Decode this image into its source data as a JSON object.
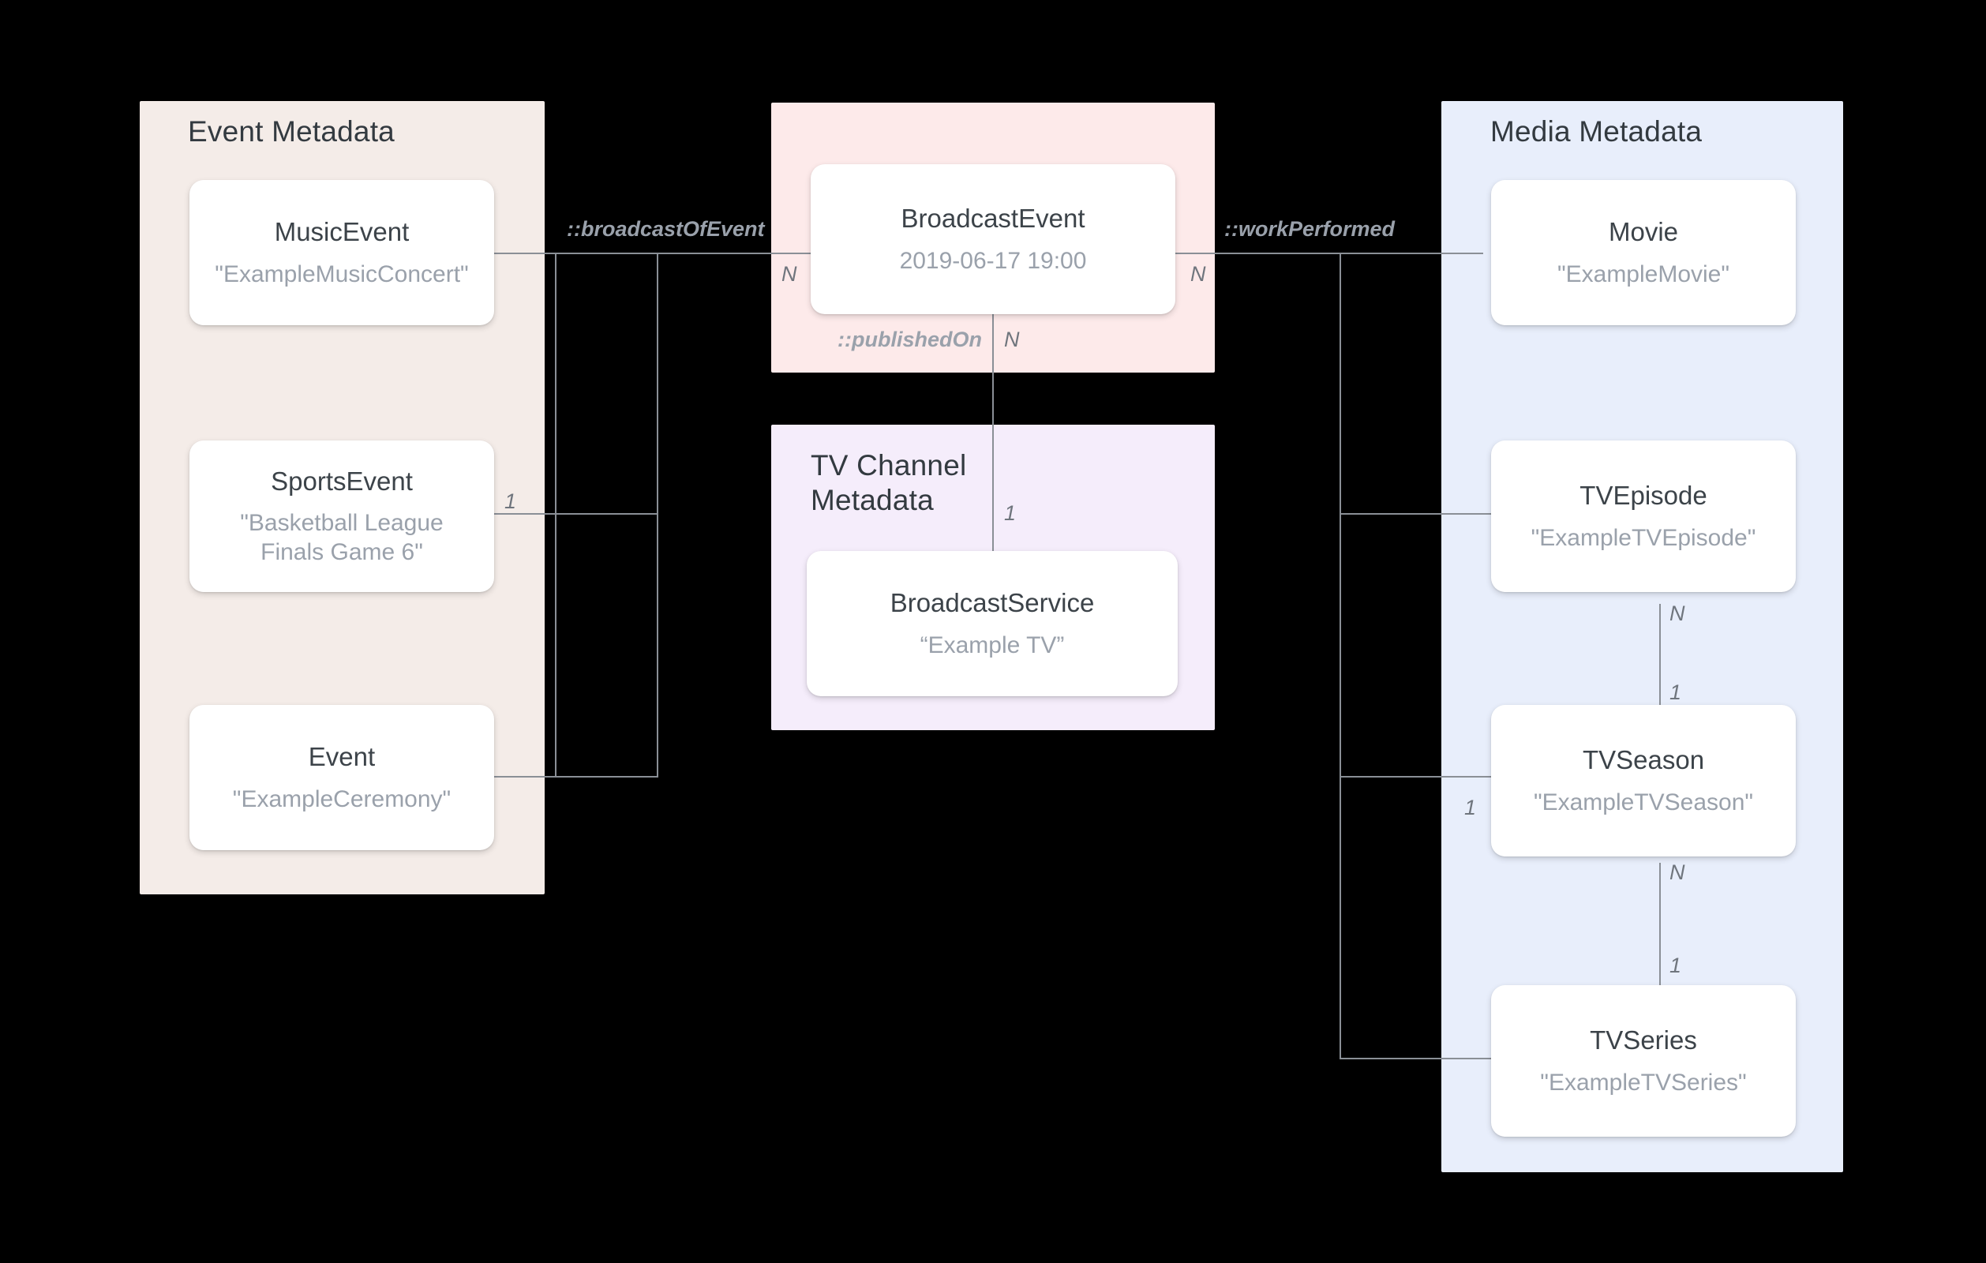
{
  "diagram": {
    "title": "Broadcast / Media metadata entity relationship diagram",
    "background": "#000000"
  },
  "panels": [
    {
      "id": "event",
      "title": "Event Metadata",
      "color": "#f4ece8"
    },
    {
      "id": "broadcast",
      "title": "",
      "color": "#fdeaea"
    },
    {
      "id": "tvchannel",
      "title": "TV Channel\nMetadata",
      "color": "#f5edfb"
    },
    {
      "id": "media",
      "title": "Media Metadata",
      "color": "#e8eefb"
    }
  ],
  "nodes": [
    {
      "id": "musicEvent",
      "title": "MusicEvent",
      "value": "\"ExampleMusicConcert\""
    },
    {
      "id": "sportsEvent",
      "title": "SportsEvent",
      "value": "\"Basketball League Finals Game 6\""
    },
    {
      "id": "event",
      "title": "Event",
      "value": "\"ExampleCeremony\""
    },
    {
      "id": "broadcastEvent",
      "title": "BroadcastEvent",
      "value": "2019-06-17 19:00"
    },
    {
      "id": "broadcastService",
      "title": "BroadcastService",
      "value": "“Example TV”"
    },
    {
      "id": "movie",
      "title": "Movie",
      "value": "\"ExampleMovie\""
    },
    {
      "id": "tvEpisode",
      "title": "TVEpisode",
      "value": "\"ExampleTVEpisode\""
    },
    {
      "id": "tvSeason",
      "title": "TVSeason",
      "value": "\"ExampleTVSeason\""
    },
    {
      "id": "tvSeries",
      "title": "TVSeries",
      "value": "\"ExampleTVSeries\""
    }
  ],
  "edge_labels": {
    "broadcastOfEvent": "::broadcastOfEvent",
    "workPerformed": "::workPerformed",
    "publishedOn": "::publishedOn"
  },
  "cardinalities": {
    "broadcastOfEvent_n": "N",
    "broadcastOfEvent_1": "1",
    "workPerformed_n": "N",
    "publishedOn_n": "N",
    "publishedOn_1": "1",
    "episode_season_n": "N",
    "episode_season_1": "1",
    "season_series_n": "N",
    "season_series_1": "1",
    "media_trunk_1": "1"
  },
  "colors": {
    "event_panel": "#f4ece8",
    "broadcast_panel": "#fdeaea",
    "tvchannel_panel": "#f5edfb",
    "media_panel": "#e8eefb",
    "node_bg": "#ffffff",
    "line": "#8a8f96",
    "title_text": "#333a40",
    "value_text": "#9aa1ab"
  }
}
